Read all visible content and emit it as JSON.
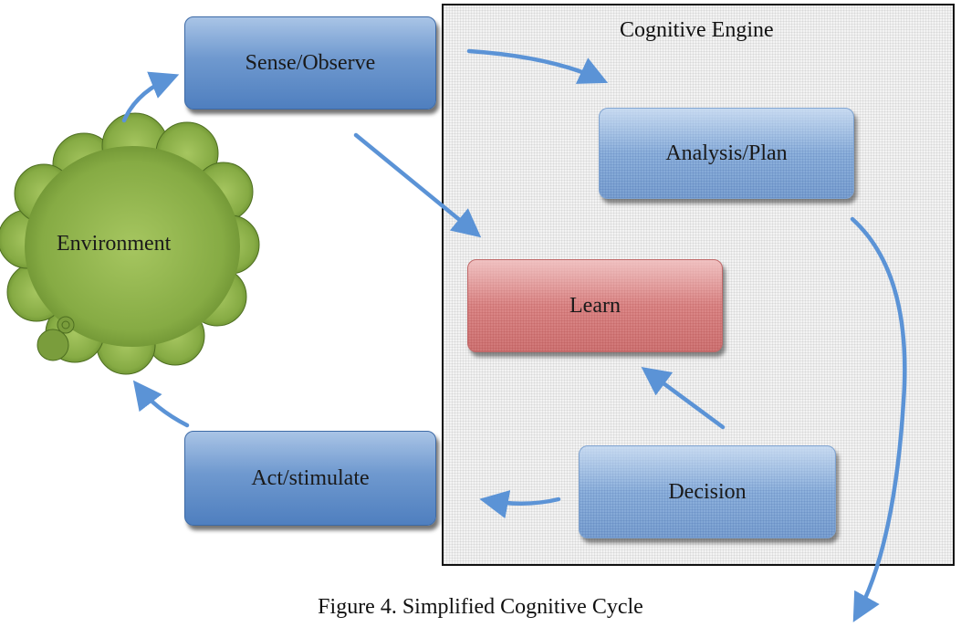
{
  "engine": {
    "title": "Cognitive Engine"
  },
  "nodes": {
    "sense": "Sense/Observe",
    "analysis": "Analysis/Plan",
    "learn": "Learn",
    "decision": "Decision",
    "act": "Act/stimulate",
    "environment": "Environment"
  },
  "caption": "Figure 4. Simplified Cognitive Cycle",
  "colors": {
    "blue_box": "#6f99cf",
    "red_box": "#d98686",
    "cloud_green": "#8aaf4a",
    "arrow": "#5b93d6"
  }
}
